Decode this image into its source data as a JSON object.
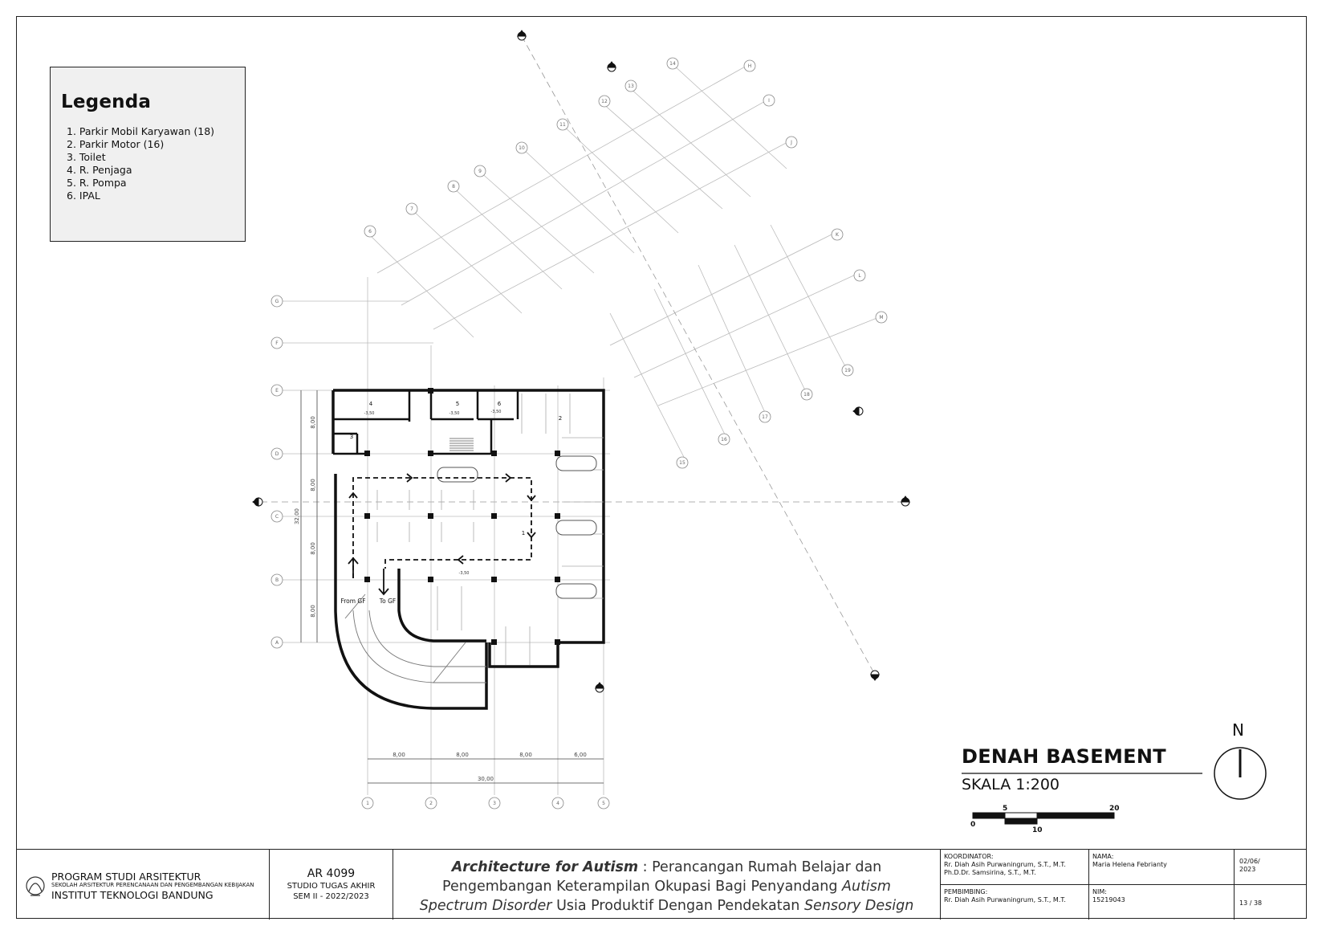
{
  "legend": {
    "title": "Legenda",
    "items": [
      "1. Parkir Mobil Karyawan (18)",
      "2. Parkir Motor (16)",
      "3. Toilet",
      "4. R. Penjaga",
      "5. R. Pompa",
      "6. IPAL"
    ]
  },
  "drawing": {
    "title": "DENAH BASEMENT",
    "scale": "SKALA 1:200",
    "north": "N",
    "scale_bar": [
      "0",
      "5",
      "10",
      "20"
    ],
    "ramp_labels": [
      "From GF",
      "To GF"
    ],
    "room_numbers": [
      "1",
      "2",
      "3",
      "4",
      "5",
      "6"
    ],
    "level_tags": [
      "-3,50",
      "-3,50",
      "-3,50",
      "-3,50"
    ],
    "row_axes": [
      "A",
      "B",
      "C",
      "D",
      "E",
      "F",
      "G"
    ],
    "col_axes": [
      "1",
      "2",
      "3",
      "4",
      "5"
    ],
    "dims_bottom": [
      "8,00",
      "8,00",
      "8,00",
      "6,00"
    ],
    "dim_total_bottom": "30,00",
    "dims_left": [
      "8,00",
      "8,00",
      "8,00",
      "8,00"
    ],
    "dim_total_left": "32,00",
    "skew_axes_numbers": [
      "6",
      "7",
      "8",
      "9",
      "10",
      "11",
      "12",
      "13",
      "14",
      "15",
      "16",
      "17",
      "18",
      "19"
    ],
    "skew_axes_letters": [
      "H",
      "I",
      "J",
      "K",
      "L",
      "M"
    ]
  },
  "footer": {
    "school_line1": "PROGRAM STUDI ARSITEKTUR",
    "school_line2": "SEKOLAH ARSITEKTUR PERENCANAAN DAN PENGEMBANGAN KEBIJAKAN",
    "school_line3": "INSTITUT TEKNOLOGI BANDUNG",
    "course_code": "AR 4099",
    "course_name": "STUDIO TUGAS AKHIR",
    "course_sem": "SEM II - 2022/2023",
    "project_title_em": "Architecture for Autism",
    "project_title_rest1": " : Perancangan Rumah Belajar dan",
    "project_line2a": "Pengembangan Keterampilan Okupasi Bagi Penyandang ",
    "project_line2b": "Autism",
    "project_line3a": "Spectrum Disorder",
    "project_line3b": " Usia Produktif Dengan Pendekatan ",
    "project_line3c": "Sensory Design",
    "koordinator_label": "KOORDINATOR:",
    "koordinator_1": "Rr. Diah Asih Purwaningrum, S.T., M.T.",
    "koordinator_2": "Ph.D.Dr. Samsirina, S.T., M.T.",
    "pembimbing_label": "PEMBIMBING:",
    "pembimbing_1": "Rr. Diah Asih Purwaningrum, S.T., M.T.",
    "nama_label": "NAMA:",
    "nama": "Maria Helena Febrianty",
    "nim_label": "NIM:",
    "nim": "15219043",
    "date_1": "02/06/",
    "date_2": "2023",
    "page": "13 / 38"
  }
}
